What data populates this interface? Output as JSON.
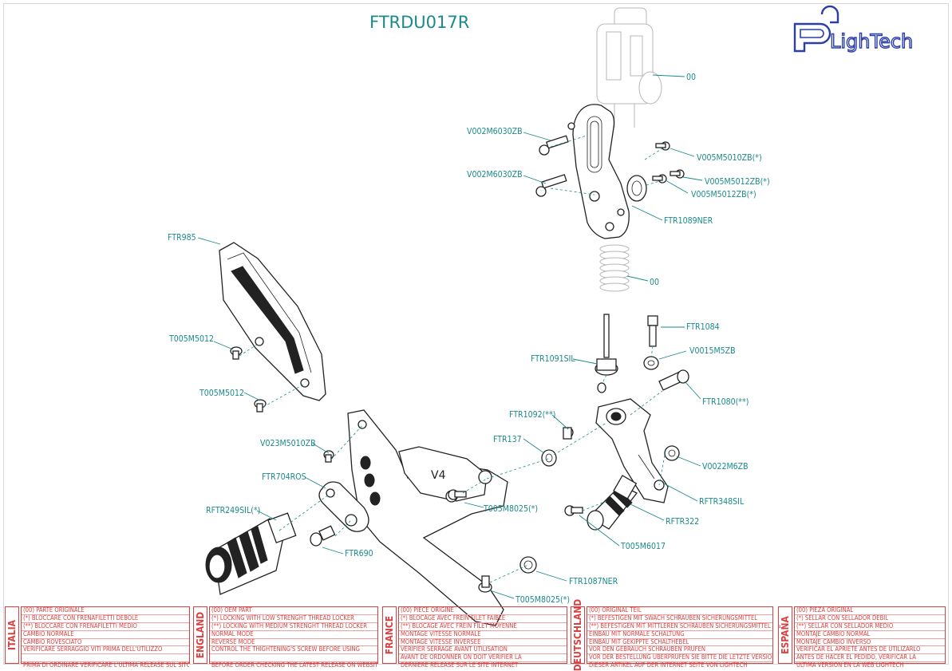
{
  "drawing_code": "FTRDU017R",
  "brand": "LighTech",
  "labels": {
    "p00_top": "00",
    "v002_a": "V002M6030ZB",
    "v002_b": "V002M6030ZB",
    "v005_5010": "V005M5010ZB(*)",
    "v005_5012_a": "V005M5012ZB(*)",
    "v005_5012_b": "V005M5012ZB(*)",
    "ftr1089": "FTR1089NER",
    "p00_spring": "00",
    "ftr985": "FTR985",
    "t005_a": "T005M5012",
    "t005_b": "T005M5012",
    "ftr1084": "FTR1084",
    "ftr1091": "FTR1091SIL",
    "v0015": "V0015M5ZB",
    "ftr1080": "FTR1080(**)",
    "ftr1092": "FTR1092(**)",
    "ftr137": "FTR137",
    "v023": "V023M5010ZB",
    "v0022": "V0022M6ZB",
    "ftr704": "FTR704ROS",
    "t005m8025_a": "T005M8025(*)",
    "rftr348": "RFTR348SIL",
    "rftr249": "RFTR249SIL(*)",
    "rftr322": "RFTR322",
    "ftr690": "FTR690",
    "t005m6017": "T005M6017",
    "ftr1087": "FTR1087NER",
    "t005m8025_b": "T005M8025(*)"
  },
  "notes": [
    {
      "lang": "ITALIA",
      "lines": [
        "(00) PARTE ORIGINALE",
        "(*)   BLOCCARE CON FRENAFILETTI DEBOLE",
        "(**)  BLOCCARE CON FRENAFILETTI MEDIO",
        "CAMBIO NORMALE",
        "CAMBIO ROVESCIATO",
        "VERIFICARE SERRAGGIO VITI PRIMA DELL'UTILIZZO",
        "",
        "PRIMA DI ORDINARE VERIFICARE L'ULTIMA RELEASE SUL SITO"
      ]
    },
    {
      "lang": "ENGLAND",
      "lines": [
        "(00) OEM PART",
        "(*)   LOCKING WITH LOW STRENGHT THREAD LOCKER",
        "(**)  LOCKING WITH MEDIUM STRENGHT THREAD LOCKER",
        "NORMAL MODE",
        "REVERSE MODE",
        "CONTROL THE THIGHTENING'S SCREW BEFORE USING",
        "",
        "BEFORE ORDER CHECKING THE LATEST RELEASE ON WEBSITE"
      ]
    },
    {
      "lang": "FRANCE",
      "lines": [
        "(00) PIECE ORIGINE",
        "(*)   BLOCAGE AVEC FREIN FILET FAIBLE",
        "(**)  BLOCAGE AVEC FREIN FILET MOYENNE",
        "MONTAGE VITESSE NORMALE",
        "MONTAGE VITESSE INVERSEE",
        "VERIFIER SERRAGE AVANT UTILISATION",
        "AVANT DE ORDONNER ON DOIT VERIFIER LA",
        "DERNIERE RELEASE SUR LE SITE INTERNET"
      ]
    },
    {
      "lang": "DEUTSCHLAND",
      "lines": [
        "(00) ORIGINAL TEIL",
        "(*)   BEFESTIGEN MIT SWACH SCHRAUBEN SICHERUNGSMITTEL",
        "(**)  BEFESTIGEN MIT MITTLEREN SCHRAUBEN SICHERUNGSMITTEL",
        "EINBAU MIT NORMALE SCHALTUNG",
        "EINBAU MIT GEKIPPTE SCHALTHEBEL",
        "VOR DEN GEBRAUCH SCHRAUBEN PRUFEN",
        "VOR DER BESTELLUNG ÜBERPRUFEN SIE BITTE DIE LETZTE VERSION",
        "DIESER ARTIKEL AUF DER INTERNET SEITE VON LIGHTECH"
      ]
    },
    {
      "lang": "ESPAÑA",
      "lines": [
        "(00) PIEZA ORIGINAL",
        "(*)   SELLAR CON SELLADOR DEBIL",
        "(**)  SELLAR CON SELLADOR MEDIO",
        "MONTAJE  CAMBIO NORMAL",
        "MONTAJE CAMBIO INVERSO",
        "VERIFICAR EL APRIETE ANTES DE UTILIZARLO",
        "ANTES DE HACER EL PEDIDO, VERIFICAR LA",
        "ULTIMA VERSION EN LA WEB LIGHTECH"
      ]
    }
  ],
  "colors": {
    "label": "#1a8a8a",
    "note": "#d94040",
    "logo": "#2b3fa8"
  }
}
